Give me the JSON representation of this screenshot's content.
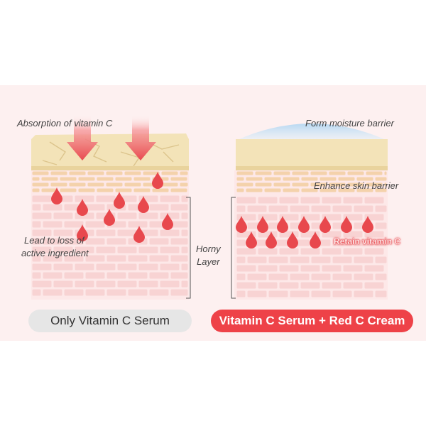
{
  "labels": {
    "absorption": "Absorption of vitamin C",
    "loss_line1": "Lead to loss of",
    "loss_line2": "active ingredient",
    "horny_line1": "Horny",
    "horny_line2": "Layer",
    "moisture": "Form moisture  barrier",
    "enhance": "Enhance skin barrier",
    "retain": "Retain vitamin C"
  },
  "pills": {
    "left": "Only Vitamin C Serum",
    "right": "Vitamin C Serum + Red C Cream"
  },
  "colors": {
    "band_background": "#fdf0f0",
    "surface_layer": "#f3e3b8",
    "surface_layer_dark": "#e4cc90",
    "brick_orange": "#f4d2ab",
    "brick_pink": "#f8d3d3",
    "skin_base": "#fde8e8",
    "droplet": "#e8484d",
    "arrow": "#e84a4f",
    "moisture_dome": "#b8d8f2",
    "pill_grey": "#e6e6e6",
    "pill_red": "#ee4248",
    "pill_text_dark": "#333333",
    "pill_text_light": "#ffffff"
  }
}
